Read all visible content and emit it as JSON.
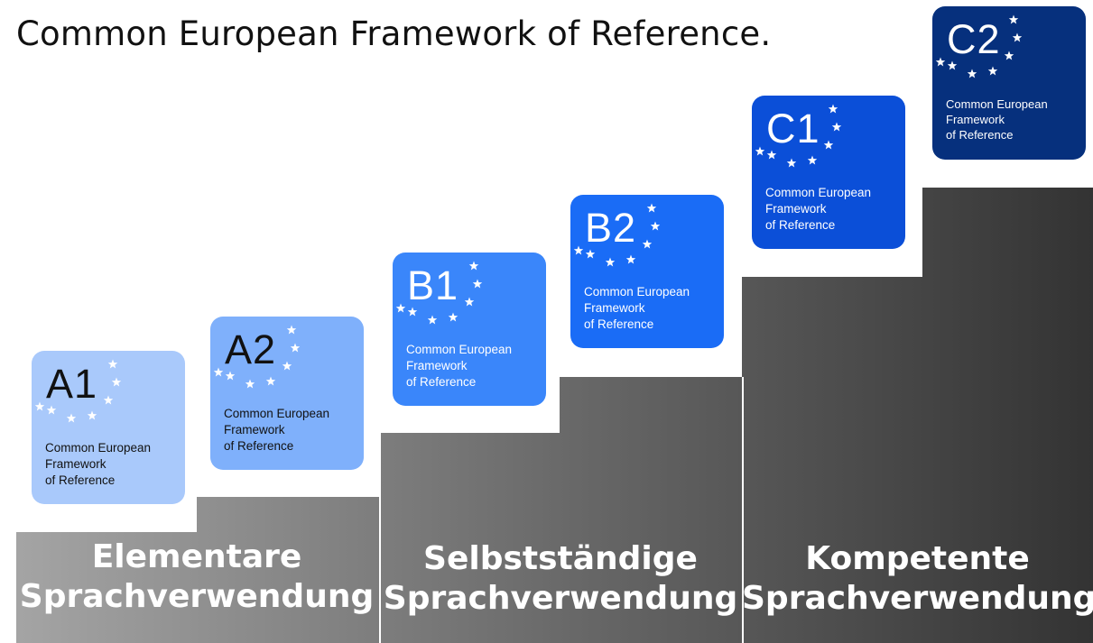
{
  "title": "Common European Framework of Reference.",
  "bands": [
    {
      "line1": "Elementare",
      "line2": "Sprachverwendung"
    },
    {
      "line1": "Selbstständige",
      "line2": "Sprachverwendung"
    },
    {
      "line1": "Kompetente",
      "line2": "Sprachverwendung"
    }
  ],
  "cards": [
    {
      "code": "A1",
      "desc1": "Common European",
      "desc2": "Framework",
      "desc3": "of Reference",
      "color": "#a9c9fb",
      "text_color": "#111111"
    },
    {
      "code": "A2",
      "desc1": "Common European",
      "desc2": "Framework",
      "desc3": "of Reference",
      "color": "#7fb0fb",
      "text_color": "#111111"
    },
    {
      "code": "B1",
      "desc1": "Common European",
      "desc2": "Framework",
      "desc3": "of Reference",
      "color": "#3a86fa",
      "text_color": "#ffffff"
    },
    {
      "code": "B2",
      "desc1": "Common European",
      "desc2": "Framework",
      "desc3": "of Reference",
      "color": "#1a6cf6",
      "text_color": "#ffffff"
    },
    {
      "code": "C1",
      "desc1": "Common European",
      "desc2": "Framework",
      "desc3": "of Reference",
      "color": "#0b4fd8",
      "text_color": "#ffffff"
    },
    {
      "code": "C2",
      "desc1": "Common European",
      "desc2": "Framework",
      "desc3": "of Reference",
      "color": "#06307d",
      "text_color": "#ffffff"
    }
  ],
  "colors": {
    "stair_light": "#a6a6a6",
    "stair_dark": "#333333"
  }
}
